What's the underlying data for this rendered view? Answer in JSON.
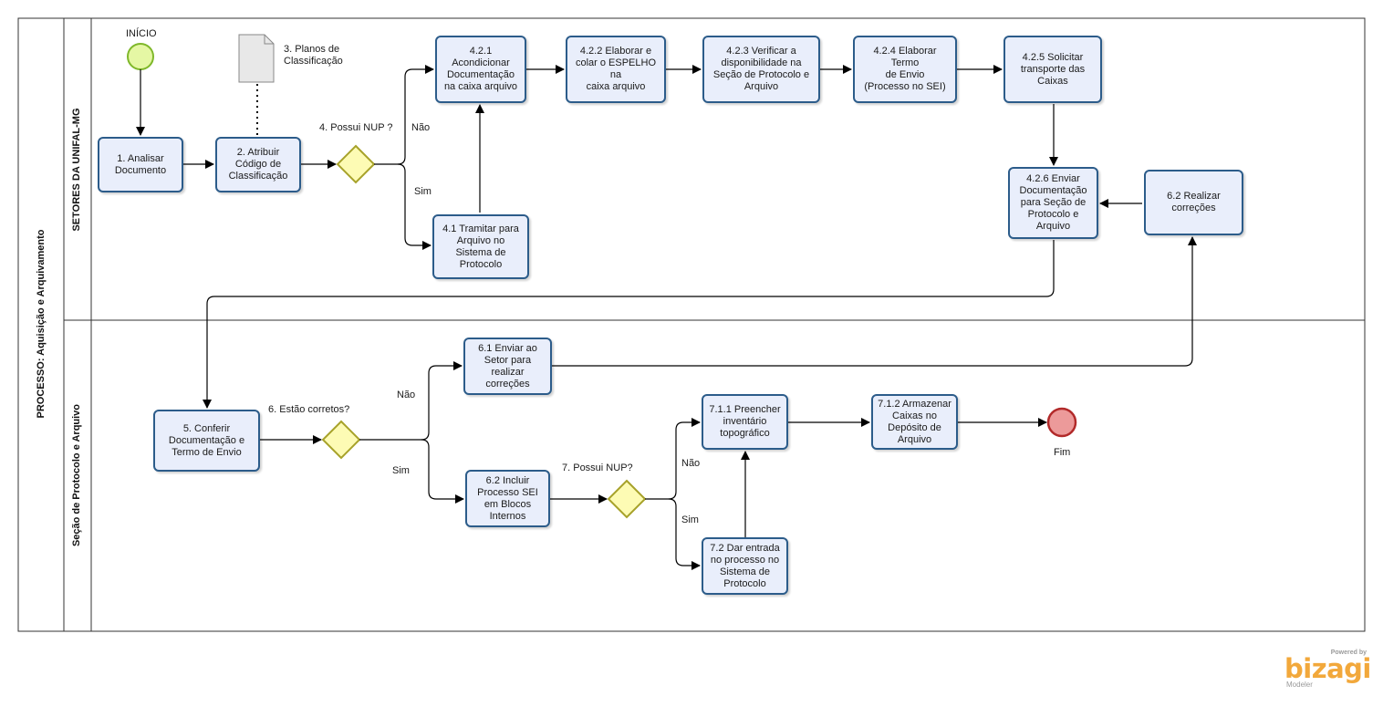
{
  "pool": {
    "title": "PROCESSO:  Aquisição e Arquivamento"
  },
  "lanes": {
    "top": "SETORES DA UNIFAL-MG",
    "bottom": "Seção de Protocolo e Arquivo"
  },
  "events": {
    "start": "INÍCIO",
    "end": "Fim"
  },
  "artifact": {
    "label": "3. Planos de\nClassificação"
  },
  "tasks": {
    "t1": "1. Analisar\nDocumento",
    "t2": "2. Atribuir\nCódigo de\nClassificação",
    "t421": "4.2.1\nAcondicionar\nDocumentação\nna caixa arquivo",
    "t41": "4.1 Tramitar para\nArquivo no\nSistema de\nProtocolo",
    "t422": "4.2.2 Elaborar e\ncolar o ESPELHO na\ncaixa arquivo",
    "t423": "4.2.3 Verificar a\ndisponibilidade na\nSeção de Protocolo e\nArquivo",
    "t424": "4.2.4 Elaborar Termo\nde Envio\n(Processo no SEI)",
    "t425": "4.2.5 Solicitar\ntransporte das\nCaixas",
    "t426": "4.2.6 Enviar\nDocumentação\npara Seção de\nProtocolo e\nArquivo",
    "t62r": "6.2 Realizar\ncorreções",
    "t5": "5. Conferir\nDocumentação e\nTermo de Envio",
    "t61": "6.1 Enviar ao\nSetor para\nrealizar\ncorreções",
    "t62i": "6.2 Incluir\nProcesso SEI\nem Blocos\nInternos",
    "t711": "7.1.1 Preencher\ninventário\ntopográfico",
    "t712": "7.1.2 Armazenar\nCaixas no\nDepósito de\nArquivo",
    "t72": "7.2 Dar entrada\nno processo no\nSistema de\nProtocolo"
  },
  "gateways": {
    "g4": "4. Possui NUP ?",
    "g6": "6. Estão corretos?",
    "g7": "7. Possui NUP?"
  },
  "flow_labels": {
    "g4_no": "Não",
    "g4_yes": "Sim",
    "g6_no": "Não",
    "g6_yes": "Sim",
    "g7_no": "Não",
    "g7_yes": "Sim"
  },
  "branding": {
    "powered": "Powered by",
    "name": "bizagi",
    "product": "Modeler"
  },
  "colors": {
    "task_fill": "#e9eefb",
    "task_border": "#2c5c8a",
    "start_fill": "#e5f7a4",
    "start_border": "#7fb82a",
    "end_fill": "#ec9a9a",
    "end_border": "#b22a2a",
    "gateway_fill": "#fdfbb4",
    "gateway_border": "#a7a22a",
    "logo": "#f2a83b"
  }
}
